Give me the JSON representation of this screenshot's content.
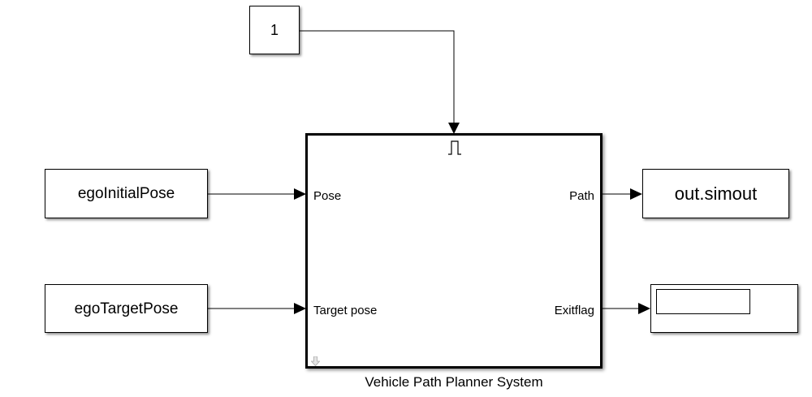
{
  "diagram": {
    "type": "simulink-block-diagram",
    "blocks": {
      "constant": {
        "label": "1",
        "block_type": "Constant"
      },
      "ego_initial_pose": {
        "label": "egoInitialPose",
        "block_type": "Constant"
      },
      "ego_target_pose": {
        "label": "egoTargetPose",
        "block_type": "Constant"
      },
      "simout": {
        "label": "out.simout",
        "block_type": "To Workspace"
      },
      "display": {
        "label": "",
        "block_type": "Display",
        "value": ""
      },
      "subsystem": {
        "name": "Vehicle Path Planner System",
        "block_type": "Triggered Subsystem",
        "inputs": [
          "Pose",
          "Target pose"
        ],
        "outputs": [
          "Path",
          "Exitflag"
        ],
        "trigger_icon": "pulse-trigger-icon",
        "lookunder_icon": "down-arrow-icon"
      }
    },
    "connections": [
      {
        "from": "1",
        "to": "Vehicle Path Planner System (trigger)"
      },
      {
        "from": "egoInitialPose",
        "to": "Pose"
      },
      {
        "from": "egoTargetPose",
        "to": "Target pose"
      },
      {
        "from": "Path",
        "to": "out.simout"
      },
      {
        "from": "Exitflag",
        "to": "Display"
      }
    ]
  }
}
